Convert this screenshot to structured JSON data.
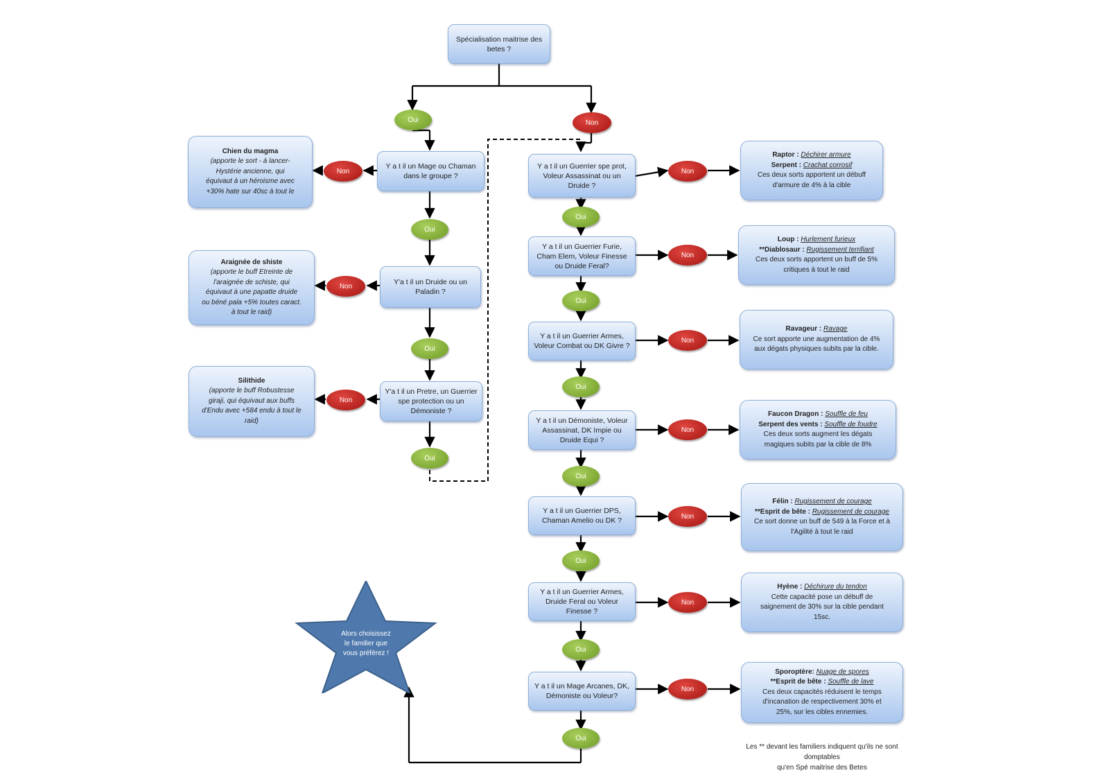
{
  "start": {
    "text": "Spécialisation maitrise des betes ?"
  },
  "labels": {
    "oui": "Oui",
    "non": "Non"
  },
  "left_questions": [
    {
      "text": "Y a t il un Mage ou Chaman dans le groupe ?"
    },
    {
      "text": "Y'a t il un Druide ou un Paladin ?"
    },
    {
      "text": "Y'a t il un Pretre, un Guerrier spe protection ou un Démoniste ?"
    }
  ],
  "left_results": [
    {
      "title": "Chien du magma",
      "lines": [
        "(apporte le sort - à lancer-",
        "Hystérie ancienne, qui",
        "équivaut à un héroisme avec",
        "+30% hate sur 40sc à tout le"
      ]
    },
    {
      "title": "Araignée de shiste",
      "lines": [
        "(apporte le buff  Etreinte de",
        "l'araignée de schiste,  qui",
        "équivaut à une papatte druide",
        "ou béné pala +5%  toutes caract.",
        "à tout le raid)"
      ]
    },
    {
      "title": "Silithide",
      "lines": [
        "(apporte le buff  Robustesse",
        "giraji, qui équivaut aux buffs",
        "d'Endu avec +584 endu à tout le",
        "raid)"
      ]
    }
  ],
  "right_questions": [
    {
      "text": "Y a t il un Guerrier spe prot, Voleur Assassinat ou un Druide ?"
    },
    {
      "text": "Y a t il un Guerrier Furie, Cham Elem, Voleur Finesse ou Druide Feral?"
    },
    {
      "text": "Y a t il un Guerrier Armes, Voleur Combat ou DK Givre ?"
    },
    {
      "text": "Y a t il un Démoniste, Voleur Assassinat, DK Impie ou Druide Equi ?"
    },
    {
      "text": "Y a t il un Guerrier DPS, Chaman Amelio ou DK ?"
    },
    {
      "text": "Y a t il un Guerrier Armes, Druide Feral ou Voleur Finesse ?"
    },
    {
      "text": "Y a t il un Mage Arcanes, DK, Démoniste ou Voleur?"
    }
  ],
  "right_results": [
    {
      "pets": [
        {
          "name": "Raptor : ",
          "spell": "Déchirer armure"
        },
        {
          "name": "Serpent : ",
          "spell": "Crachat corrosif"
        }
      ],
      "desc": [
        "Ces deux sorts apportent un débuff",
        "d'armure de 4% à la cible"
      ]
    },
    {
      "pets": [
        {
          "name": "Loup : ",
          "spell": "Hurlement furieux"
        },
        {
          "name": "**Diablosaur : ",
          "spell": "Rugissement terrifiant"
        }
      ],
      "desc": [
        "Ces deux sorts apportent un buff de 5%",
        "critiques à tout le raid"
      ]
    },
    {
      "pets": [
        {
          "name": "Ravageur : ",
          "spell": "Ravage"
        }
      ],
      "desc": [
        "Ce sort apporte une augmentation de 4%",
        "aux dégats physiques subits par la cible."
      ]
    },
    {
      "pets": [
        {
          "name": "Faucon Dragon : ",
          "spell": "Souffle de feu"
        },
        {
          "name": "Serpent des vents : ",
          "spell": "Souffle de foudre"
        }
      ],
      "desc": [
        "Ces deux sorts augment les dégats",
        "magiques subits par la cible de 8%"
      ]
    },
    {
      "pets": [
        {
          "name": "Félin : ",
          "spell": "Rugissement de courage"
        },
        {
          "name": "**Esprit de bête : ",
          "spell": "Rugissement de courage"
        }
      ],
      "desc": [
        "Ce sort donne un buff de 549 à la Force et à",
        "l'Agilité à tout le raid"
      ]
    },
    {
      "pets": [
        {
          "name": "Hyène : ",
          "spell": "Déchirure du tendon"
        }
      ],
      "desc": [
        "Cette capacité pose un débuff de",
        "saignement de 30% sur la cible pendant",
        "15sc."
      ]
    },
    {
      "pets": [
        {
          "name": "Sporoptère: ",
          "spell": "Nuage de spores"
        },
        {
          "name": "**Esprit de bête : ",
          "spell": "Souffle de lave"
        }
      ],
      "desc": [
        "Ces deux capacités réduisent le temps",
        "d'incanation de respectivement 30% et",
        "25%, sur  les cibles ennemies."
      ]
    }
  ],
  "star": {
    "lines": [
      "Alors choisissez",
      "le familier que",
      "vous préférez !"
    ],
    "color": "#4f79ad"
  },
  "footnote": {
    "lines": [
      "Les ** devant les familiers indiquent qu'ils ne sont",
      "domptables",
      "qu'en Spé maitrise des Betes"
    ]
  },
  "colors": {
    "oui": "#86b23a",
    "non": "#c0201b",
    "box_border": "#8fb0d8"
  }
}
